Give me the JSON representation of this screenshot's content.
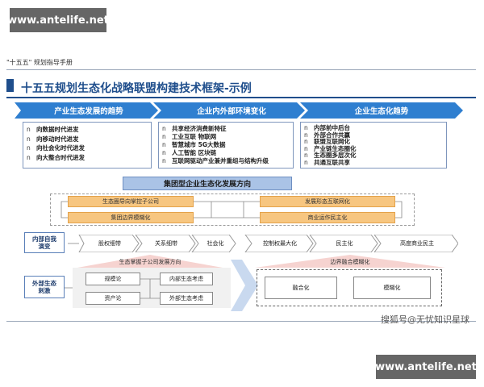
{
  "watermark_top": "www.antelife.net",
  "watermark_bottom": "www.antelife.net",
  "doc_tag": "\"十五五\" 规划指导手册",
  "title": "十五五规划生态化战略联盟构建技术框架-示例",
  "columns": [
    {
      "header": "产业生态发展的趋势",
      "items": [
        "向数据时代进发",
        "向移动时代进发",
        "向社会化时代进发",
        "向大整合时代进发"
      ]
    },
    {
      "header": "企业内外部环境变化",
      "items": [
        "共享经济消费新特征",
        "工业互联 物联网",
        "智慧城市 5G大数据",
        "人工智能 区块链",
        "互联网驱动产业兼并重组与结构升级"
      ]
    },
    {
      "header": "企业生态化趋势",
      "items": [
        "内部前中后台",
        "外部合作共赢",
        "联盟互联网化",
        "产业链生态圈化",
        "生态圈多层次化",
        "共通互联共享"
      ]
    }
  ],
  "bullet": "n",
  "group_direction": "集团型企业生态化发展方向",
  "orange_boxes": {
    "left_top": "生态圈导向掌控子公司",
    "left_bottom": "集团边界模糊化",
    "right_top": "发展形态互联网化",
    "right_bottom": "商业运作民主化"
  },
  "internal": {
    "label": "内部自我演变",
    "steps": [
      "股权细带",
      "关系细带",
      "社会化",
      "控制权最大化",
      "民主化",
      "高度商业民主"
    ]
  },
  "pink_left": "生态掌握子公司发展方向",
  "pink_right": "边界融合模糊化",
  "external": {
    "label": "外部生态刺激",
    "left": [
      "规模论",
      "资产论"
    ],
    "right": [
      "内部生态考虑",
      "外部生态考虑"
    ],
    "result": [
      "融合化",
      "模糊化"
    ]
  },
  "caption": "搜狐号@无忧知识星球",
  "colors": {
    "navy": "#1f4e8c",
    "chevron": "#2f7fd0",
    "orange": "#f7c680",
    "pale_blue": "#aac3e6"
  }
}
